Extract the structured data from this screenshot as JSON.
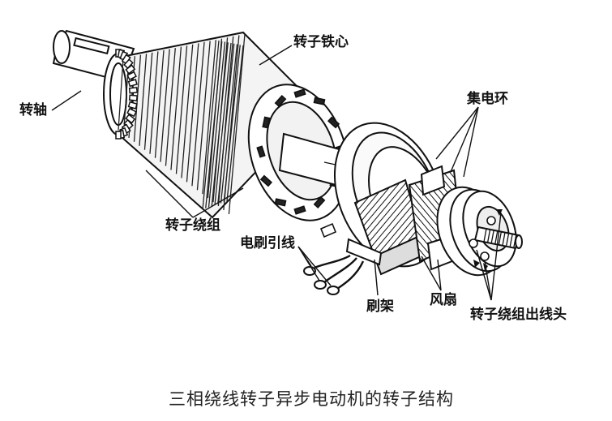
{
  "labels": {
    "rotor_core": "转子铁心",
    "shaft": "转轴",
    "slip_rings": "集电环",
    "rotor_winding": "转子绕组",
    "brush_leads": "电刷引线",
    "brush_holder": "刷架",
    "fan": "风扇",
    "winding_terminals": "转子绕组出线头"
  },
  "caption": "三相绕线转子异步电动机的转子结构"
}
